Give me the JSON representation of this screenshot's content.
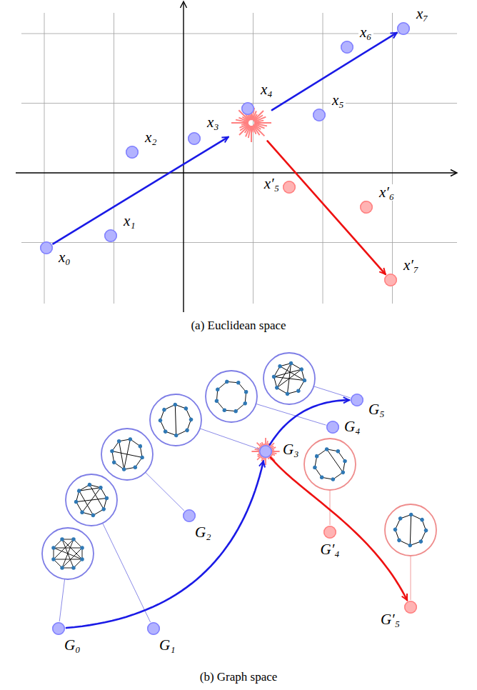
{
  "diagram": {
    "nodes": [
      {
        "text": [
          "x₀"
        ]
      },
      {
        "text": [
          "x₁"
        ]
      },
      {
        "text": [
          "x₂"
        ]
      },
      {
        "text": [
          "x₃"
        ]
      },
      {
        "text": [
          "x₄"
        ]
      },
      {
        "text": [
          "x₅"
        ]
      },
      {
        "text": [
          "x₆"
        ]
      },
      {
        "text": [
          "x₇"
        ]
      },
      {
        "text": [
          "x′₅"
        ]
      },
      {
        "text": [
          "x′₆"
        ]
      },
      {
        "text": [
          "x′₇"
        ]
      },
      {
        "text": [
          "G₀"
        ]
      },
      {
        "text": [
          "G₁"
        ]
      },
      {
        "text": [
          "G₂"
        ]
      },
      {
        "text": [
          "G₃"
        ]
      },
      {
        "text": [
          "G₄"
        ]
      },
      {
        "text": [
          "G₅"
        ]
      },
      {
        "text": [
          "G′₄"
        ]
      },
      {
        "text": [
          "G′₅"
        ]
      }
    ],
    "edges": [
      {
        "from": 0,
        "to": 4,
        "arrow": "to"
      },
      {
        "from": 4,
        "to": 7,
        "arrow": "to"
      },
      {
        "from": 4,
        "to": 10,
        "arrow": "to"
      },
      {
        "from": 11,
        "to": 14,
        "arrow": "to"
      },
      {
        "from": 14,
        "to": 16,
        "arrow": "to"
      },
      {
        "from": 14,
        "to": 18,
        "arrow": "to"
      }
    ],
    "labels": [
      "(a) Euclidean space",
      "(b) Graph space"
    ]
  }
}
